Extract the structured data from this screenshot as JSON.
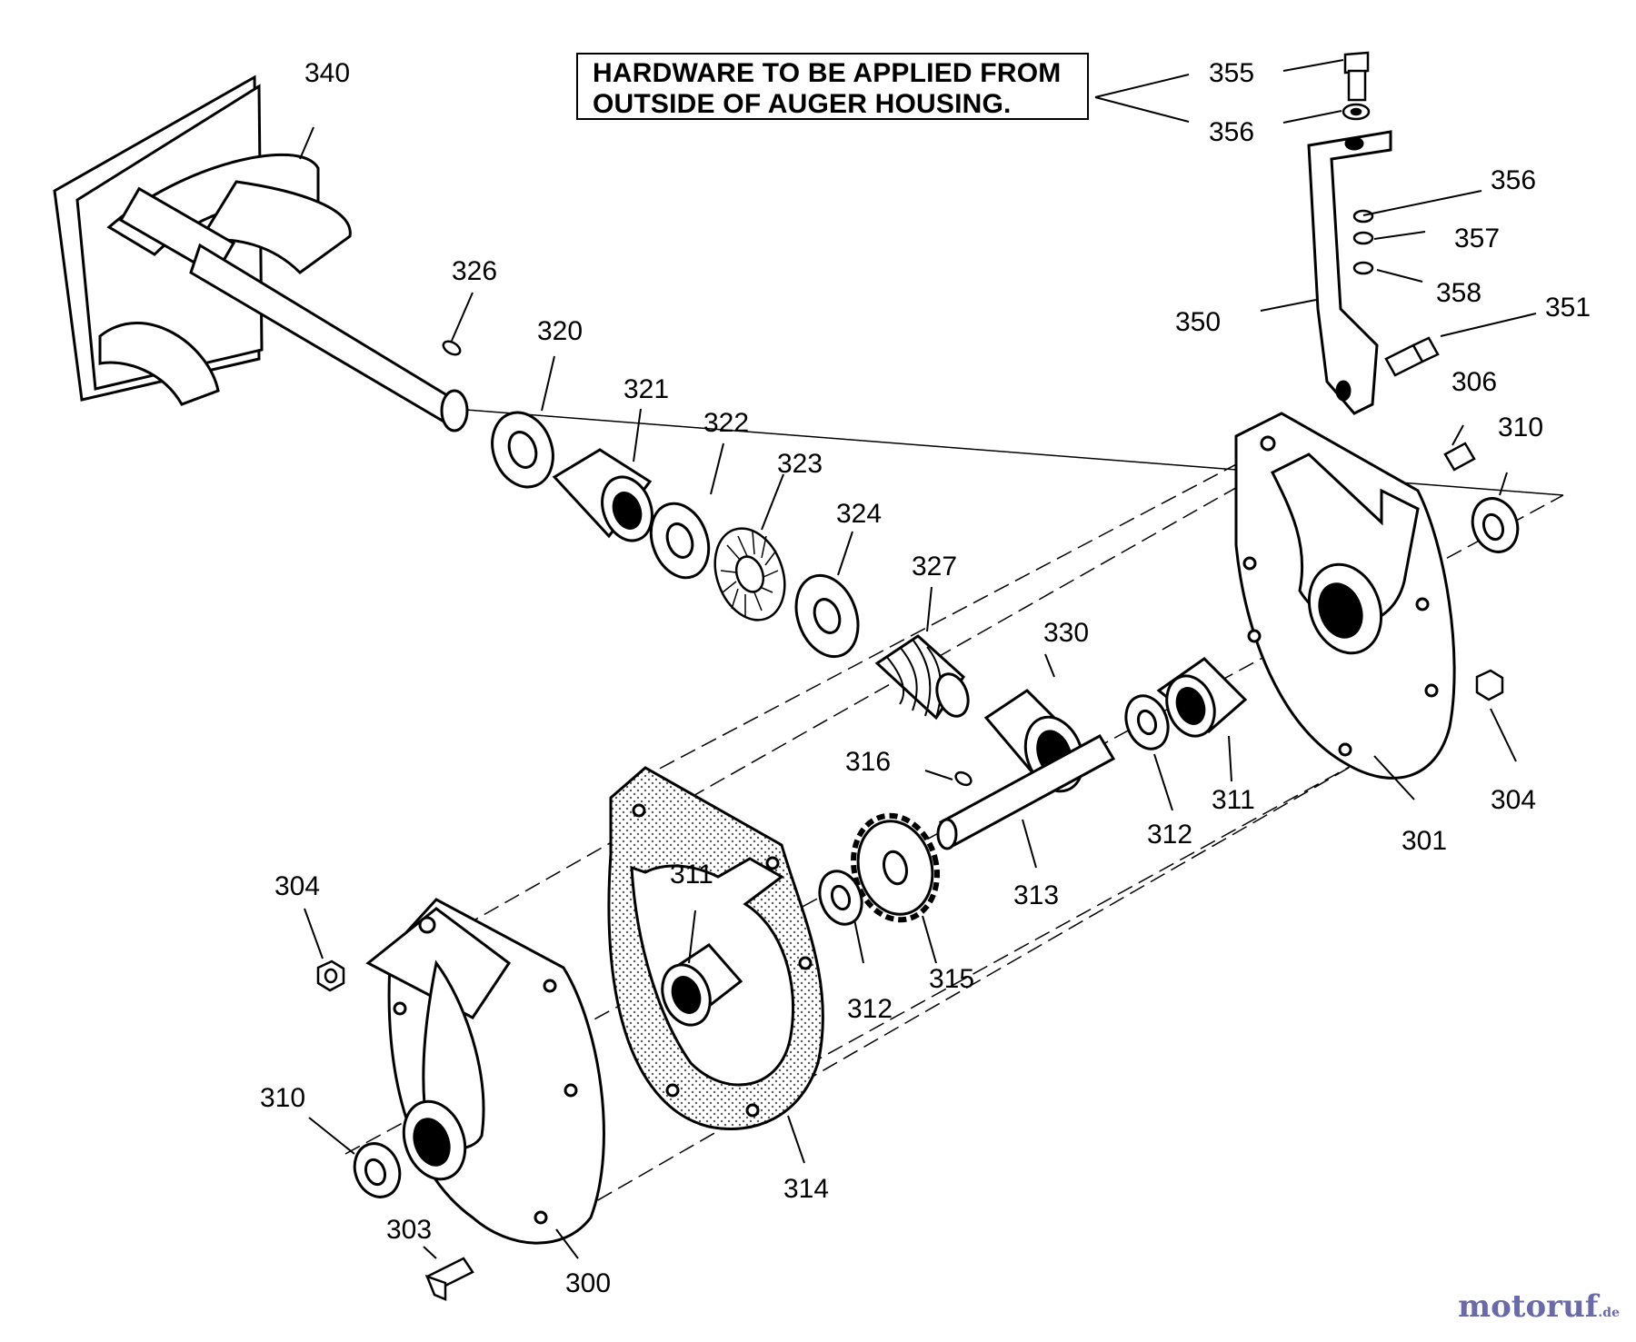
{
  "note": {
    "line1": "HARDWARE TO BE APPLIED FROM",
    "line2": "OUTSIDE OF AUGER HOUSING."
  },
  "labels": {
    "p340": "340",
    "p326": "326",
    "p320": "320",
    "p321": "321",
    "p322": "322",
    "p323": "323",
    "p324": "324",
    "p327": "327",
    "p330": "330",
    "p316": "316",
    "p311a": "311",
    "p312a": "312",
    "p313": "313",
    "p315": "315",
    "p312b": "312",
    "p311b": "311",
    "p314": "314",
    "p304a": "304",
    "p310a": "310",
    "p303": "303",
    "p300": "300",
    "p301": "301",
    "p304b": "304",
    "p355": "355",
    "p356a": "356",
    "p356b": "356",
    "p357": "357",
    "p358": "358",
    "p350": "350",
    "p351": "351",
    "p306": "306",
    "p310b": "310"
  },
  "watermark": {
    "brand": "motoruf",
    "tld": ".de"
  }
}
